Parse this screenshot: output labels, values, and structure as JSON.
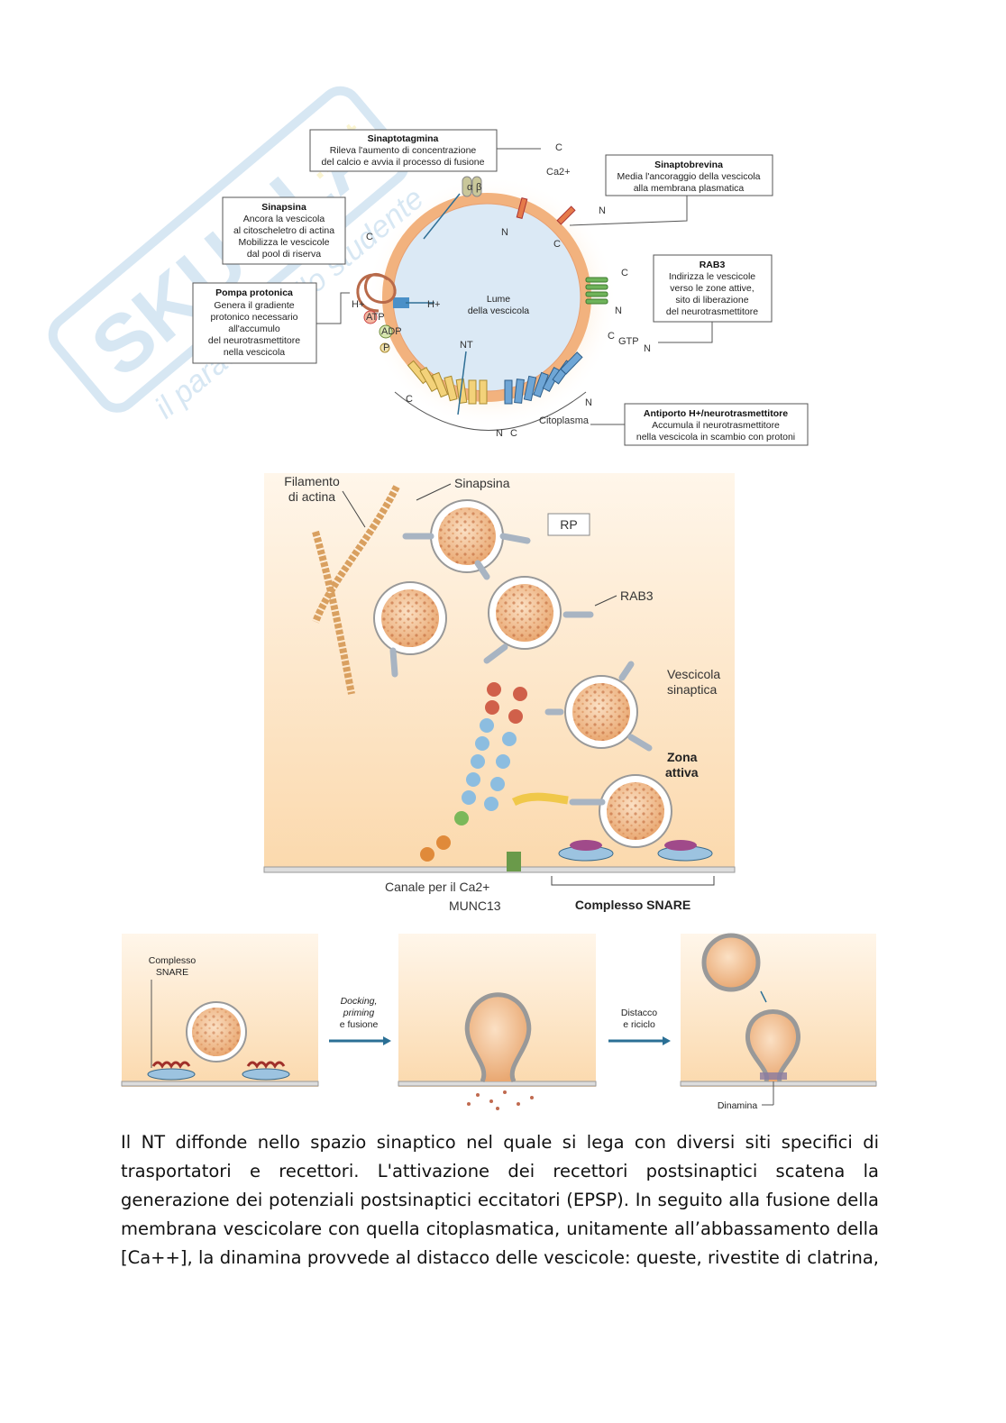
{
  "watermark": {
    "brand": "Skuola.net",
    "tagline": "il paradiso dello studente"
  },
  "figure_top": {
    "sinaptotagmina": {
      "title": "Sinaptotagmina",
      "lines": [
        "Rileva l'aumento di concentrazione",
        "del calcio e avvia il processo di fusione"
      ]
    },
    "sinaptobrevina": {
      "title": "Sinaptobrevina",
      "lines": [
        "Media l'ancoraggio della vescicola",
        "alla membrana plasmatica"
      ]
    },
    "sinapsina": {
      "title": "Sinapsina",
      "lines": [
        "Ancora la vescicola",
        "al citoscheletro di actina",
        "Mobilizza le vescicole",
        "dal pool di riserva"
      ]
    },
    "pompa": {
      "title": "Pompa protonica",
      "lines": [
        "Genera il gradiente",
        "protonico necessario",
        "all'accumulo",
        "del neurotrasmettitore",
        "nella vescicola"
      ]
    },
    "rab3": {
      "title": "RAB3",
      "lines": [
        "Indirizza le vescicole",
        "verso le zone attive,",
        "sito di liberazione",
        "del neurotrasmettitore"
      ]
    },
    "antiporto": {
      "title": "Antiporto H+/neurotrasmettitore",
      "lines": [
        "Accumula il neurotrasmettitore",
        "nella vescicola in scambio con protoni"
      ]
    },
    "lumen": [
      "Lume",
      "della vescicola"
    ],
    "small": {
      "C": "C",
      "N": "N",
      "ca": "Ca2+",
      "h": "H+",
      "atp": "ATP",
      "adp": "ADP",
      "p": "P",
      "nt": "NT",
      "gtp": "GTP",
      "alpha": "α",
      "beta": "β",
      "citoplasma": "Citoplasma"
    }
  },
  "figure_mid": {
    "filamento": [
      "Filamento",
      "di actina"
    ],
    "sinapsina": "Sinapsina",
    "rp": "RP",
    "rab3": "RAB3",
    "vescicola": [
      "Vescicola",
      "sinaptica"
    ],
    "zona": [
      "Zona",
      "attiva"
    ],
    "canale": "Canale per il Ca2+",
    "munc13": "MUNC13",
    "snare": "Complesso SNARE"
  },
  "figure_bottom": {
    "snare_label": [
      "Complesso",
      "SNARE"
    ],
    "step1": [
      "Docking,",
      "priming",
      "e fusione"
    ],
    "step2": [
      "Distacco",
      "e riciclo"
    ],
    "dinamina": "Dinamina"
  },
  "paragraph": "Il NT diffonde nello spazio sinaptico nel quale si lega con diversi siti specifici di trasportatori e recettori. L'attivazione dei recettori postsinaptici scatena la generazione dei potenziali postsinaptici eccitatori (EPSP). In seguito alla fusione della membrana vescicolare con quella citoplasmatica, unitamente all’abbassamento della [Ca++], la dinamina provvede al distacco delle vescicole: queste, rivestite di clatrina,"
}
